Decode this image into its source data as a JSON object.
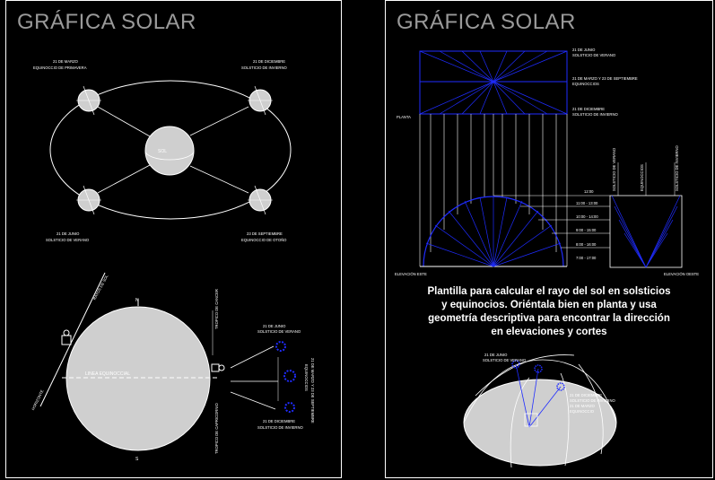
{
  "left": {
    "title": "GRÁFICA SOLAR",
    "orbit": {
      "sun_label": "SOL",
      "top_left_label": "21 DE MARZO",
      "top_left_sub": "EQUINOCCIO DE PRIMAVERA",
      "top_right_label": "21 DE DICIEMBRE",
      "top_right_sub": "SOLSTICIO DE INVIERNO",
      "bottom_left_label": "21 DE JUNIO",
      "bottom_left_sub": "SOLSTICIO DE VERANO",
      "bottom_right_label": "23 DE SEPTIEMBRE",
      "bottom_right_sub": "EQUINOCCIO DE OTOÑO"
    },
    "earth": {
      "north": "N",
      "south": "S",
      "equator": "LINEA EQUINOCCIAL",
      "horizon": "HORIZONTE",
      "rays_label": "RAYOS DE SOL",
      "tropic_top": "TROPICO DE CANCER",
      "tropic_bottom": "TROPICO DE CAPRICORNIO",
      "june_label": "21 DE JUNIO",
      "june_sub": "SOLSTICIO DE VERANO",
      "dec_label": "21 DE DICIEMBRE",
      "dec_sub": "SOLSTICIO DE INVIERNO",
      "equinox_label": "21 DE MARZO Y 23 DE SEPTIEMBRE",
      "equinox_sub": "EQUINOCCIOS"
    }
  },
  "right": {
    "title": "GRÁFICA SOLAR",
    "plan_labels": {
      "top": "21 DE JUNIO",
      "top_sub": "SOLSTICIO DE VERANO",
      "mid": "21 DE MARZO Y 23 DE SEPTIEMBRE",
      "mid_sub": "EQUINOCCIOS",
      "bottom": "21 DE DICIEMBRE",
      "bottom_sub": "SOLSTICIO DE INVIERNO",
      "planta": "PLANTA"
    },
    "hours": [
      "12:00",
      "11:00 - 13:00",
      "10:00 - 14:00",
      "9:00 - 15:00",
      "8:00 - 16:00",
      "7:00 - 17:00"
    ],
    "elevation_labels": {
      "left": "ELEVACIÓN ESTE",
      "right": "ELEVACIÓN OESTE",
      "c1": "SOLSTICIO DE VERANO",
      "c2": "EQUINOCCIOS",
      "c3": "SOLSTICIO DE INVIERNO"
    },
    "instructions": [
      "Plantilla para calcular el rayo del sol en solsticios",
      "y equinocios. Oriéntala bien en planta y usa",
      "geometría descriptiva para encontrar la dirección",
      "en elevaciones y cortes"
    ],
    "dome_labels": {
      "a": "21 DE JUNIO",
      "a_sub": "SOLSTICIO DE VERANO",
      "b": "21 DE MARZO",
      "b_sub": "EQUINOCCIO",
      "c": "21 DE DICIEMBRE",
      "c_sub": "SOLSTICIO DE INVIERNO"
    }
  },
  "colors": {
    "background": "#000000",
    "line": "#ffffff",
    "blue": "#1f2cff",
    "globe": "#cfcfcf",
    "title": "#9a9a9a"
  }
}
